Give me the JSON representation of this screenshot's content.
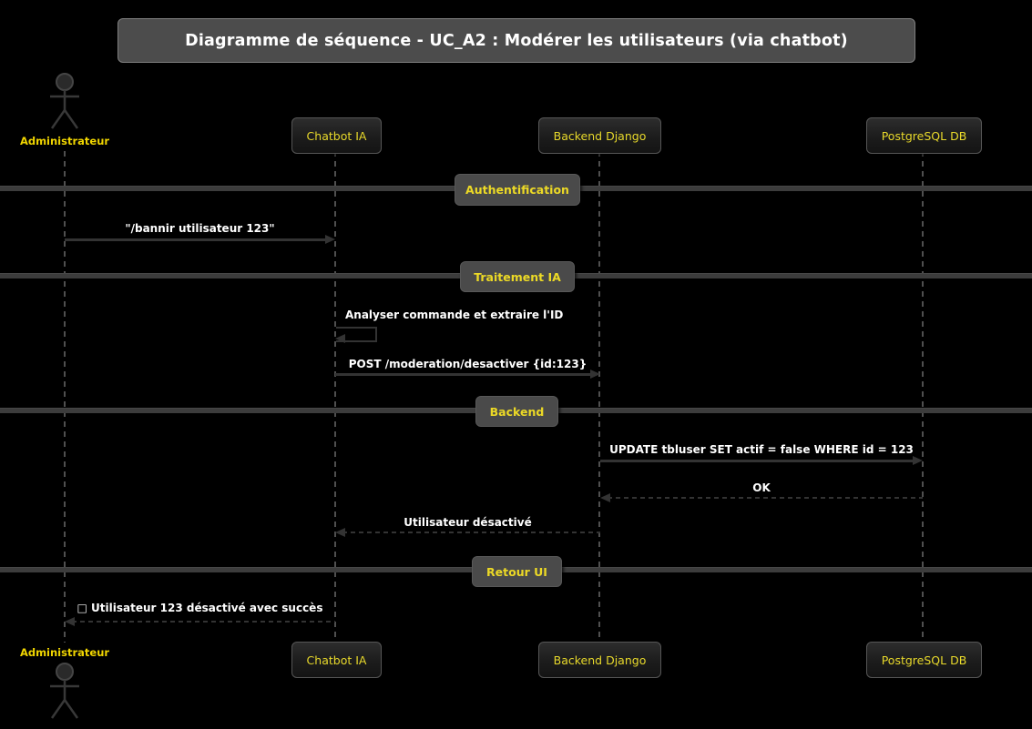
{
  "title": "Diagramme de séquence - UC_A2 : Modérer les utilisateurs (via chatbot)",
  "actor": {
    "name": "Administrateur"
  },
  "participants": [
    {
      "label": "Chatbot IA"
    },
    {
      "label": "Backend Django"
    },
    {
      "label": "PostgreSQL DB"
    }
  ],
  "dividers": [
    {
      "label": "Authentification"
    },
    {
      "label": "Traitement IA"
    },
    {
      "label": "Backend"
    },
    {
      "label": "Retour UI"
    }
  ],
  "messages": [
    {
      "from": "Administrateur",
      "to": "Chatbot IA",
      "style": "solid",
      "text": "\"/bannir utilisateur 123\""
    },
    {
      "from": "Chatbot IA",
      "to": "Chatbot IA",
      "style": "self",
      "text": "Analyser commande et extraire l'ID"
    },
    {
      "from": "Chatbot IA",
      "to": "Backend Django",
      "style": "solid",
      "text": "POST /moderation/desactiver {id:123}"
    },
    {
      "from": "Backend Django",
      "to": "PostgreSQL DB",
      "style": "solid",
      "text": "UPDATE tbluser SET actif = false WHERE id = 123"
    },
    {
      "from": "PostgreSQL DB",
      "to": "Backend Django",
      "style": "dashed",
      "text": "OK"
    },
    {
      "from": "Backend Django",
      "to": "Chatbot IA",
      "style": "dashed",
      "text": "Utilisateur désactivé"
    },
    {
      "from": "Chatbot IA",
      "to": "Administrateur",
      "style": "dashed",
      "text": "□ Utilisateur 123 désactivé avec succès"
    }
  ],
  "colors": {
    "background": "#000000",
    "title_fill": "#4c4c4c",
    "participant_fill": "#1c1c1c",
    "participant_border": "#565656",
    "accent_yellow": "#e8d92b",
    "divider_fill": "#4a4a4a",
    "divider_bar": "#3c3c3c",
    "arrow": "#333333",
    "message_text": "#ffffff",
    "lifeline": "#4f4f4f"
  }
}
